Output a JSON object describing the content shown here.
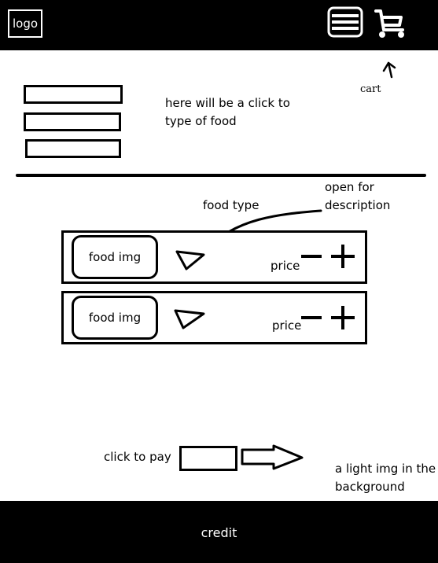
{
  "header": {
    "logo_label": "logo",
    "menu_icon": "hamburger-menu-icon",
    "cart_icon": "cart-icon"
  },
  "annotations": {
    "cart_note": "cart",
    "category_note_line1": "here will be a click to",
    "category_note_line2": "type of food",
    "food_type_note": "food type",
    "description_note_line1": "open for",
    "description_note_line2": "description",
    "pay_note": "click to pay",
    "background_note_line1": "a light img in the",
    "background_note_line2": "background"
  },
  "food_items": [
    {
      "image_label": "food img",
      "price_label": "price"
    },
    {
      "image_label": "food img",
      "price_label": "price"
    }
  ],
  "footer": {
    "credit_label": "credit"
  },
  "colors": {
    "ink": "#000000",
    "paper": "#ffffff"
  }
}
